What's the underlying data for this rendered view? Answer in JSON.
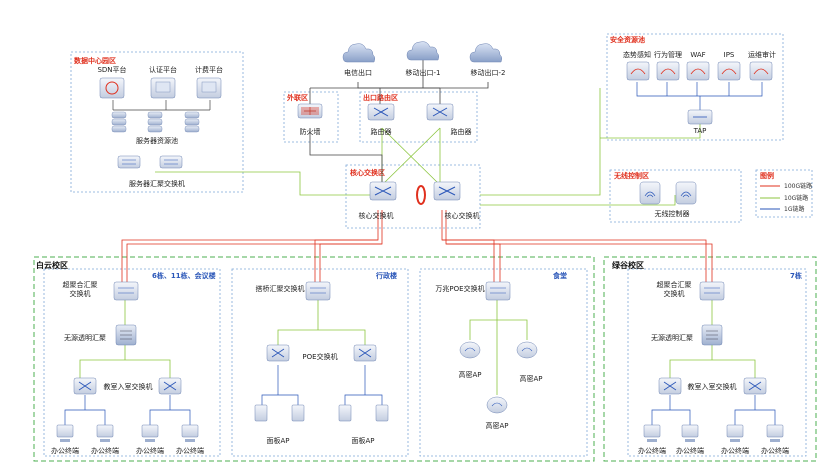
{
  "clouds": {
    "telecom": "电信出口",
    "mobile1": "移动出口-1",
    "mobile2": "移动出口-2"
  },
  "zones": {
    "datacenter": "数据中心园区",
    "external": "外联区",
    "egress": "出口路由区",
    "security": "安全资源池",
    "core": "核心交换区",
    "wireless": "无线控制区",
    "legend": "图例"
  },
  "datacenter": {
    "sdn": "SDN平台",
    "auth": "认证平台",
    "billing": "计费平台",
    "server_pool": "服务器资源池",
    "server_agg": "服务器汇聚交换机"
  },
  "egress": {
    "firewall": "防火墙",
    "router1": "路由器",
    "router2": "路由器"
  },
  "security": {
    "items": [
      "态势感知",
      "行为管理",
      "WAF",
      "IPS",
      "运维审计"
    ],
    "tap": "TAP"
  },
  "core": {
    "left": "核心交换机",
    "right": "核心交换机"
  },
  "wireless": {
    "controller": "无线控制器"
  },
  "legend": {
    "items": [
      {
        "label": "100G链路",
        "color": "#e0301e"
      },
      {
        "label": "10G链路",
        "color": "#8cc63f"
      },
      {
        "label": "1G链路",
        "color": "#2a56b8"
      }
    ]
  },
  "campus_left": {
    "title": "白云校区",
    "sub1": {
      "title": "6栋、11栋、会议楼",
      "agg_line1": "超聚合汇聚",
      "agg_line2": "交换机",
      "passive": "无源透明汇聚",
      "access": "教室入室交换机",
      "terminals": [
        "办公终端",
        "办公终端",
        "办公终端",
        "办公终端"
      ]
    },
    "sub2": {
      "title": "行政楼",
      "agg": "搭桥汇聚交换机",
      "poe": "POE交换机",
      "ap_left": "面板AP",
      "ap_right": "面板AP"
    },
    "sub3": {
      "title": "食堂",
      "poe": "万兆POE交换机",
      "ap1": "高密AP",
      "ap2": "高密AP",
      "ap3": "高密AP"
    }
  },
  "campus_right": {
    "title": "绿谷校区",
    "sub_title": "7栋",
    "agg_line1": "超聚合汇聚",
    "agg_line2": "交换机",
    "passive": "无源透明汇聚",
    "access": "教室入室交换机",
    "terminals": [
      "办公终端",
      "办公终端",
      "办公终端",
      "办公终端"
    ]
  }
}
